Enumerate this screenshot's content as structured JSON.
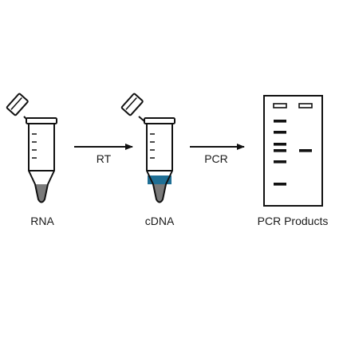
{
  "labels": {
    "rna": "RNA",
    "cdna": "cDNA",
    "products": "PCR Products"
  },
  "arrows": {
    "rt": "RT",
    "pcr": "PCR"
  },
  "colors": {
    "outline": "#111111",
    "rna_fill": "#7a7a7a",
    "cdna_band": "#1f6f95",
    "cdna_fill": "#7a7a7a",
    "gel_band": "#111111",
    "background": "#ffffff"
  },
  "gel": {
    "lanes": [
      {
        "name": "ladder",
        "bands": 6,
        "has_well": true
      },
      {
        "name": "sample",
        "bands": 1,
        "has_well": true
      }
    ]
  }
}
